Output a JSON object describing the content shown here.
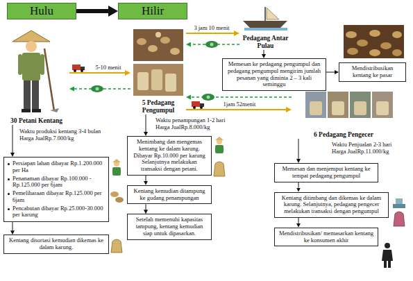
{
  "diagram": {
    "nodes": [
      {
        "text": [
          "Hulu"
        ]
      },
      {
        "text": [
          "Hilir"
        ]
      },
      {
        "text": [
          "30 Petani Kentang"
        ]
      },
      {
        "text": [
          "Persiapan lahan dibayar Rp.1.200.000 per Ha",
          "Penanaman dibayar Rp.100.000 - Rp.125.000 per 6jam",
          "Pemeliharaan dibayar Rp.125.000 per 6jam",
          "Pencabutan dibayar Rp.25.000-30.000 per karung"
        ]
      },
      {
        "text": [
          "Kentang disortasi kemudian dikemas ke dalam karung."
        ]
      },
      {
        "text": [
          "5 Pedagang Pengumpul"
        ]
      },
      {
        "text": [
          "Menimbang dan mengemas kentang ke dalam karung. Dibayar Rp.10.000 per karung Selanjutnya melakukan transaksi dengan petani."
        ]
      },
      {
        "text": [
          "Kentang kemudian ditampung ke gudang penampungan"
        ]
      },
      {
        "text": [
          "Setelah memenuhi kapasitas tampung, kentang kemudian siap untuk dipasarkan."
        ]
      },
      {
        "text": [
          "Pedagang Antar Pulau"
        ]
      },
      {
        "text": [
          "Memesan ke pedagang pengumpul dan pedagang pengumpul mengirim jumlah pesanan yang diminta 2 – 3 kali seminggu"
        ]
      },
      {
        "text": [
          "Mendistribusikan kentang ke pasar"
        ]
      },
      {
        "text": [
          "6 Pedagang Pengecer"
        ]
      },
      {
        "text": [
          "Memesan dan menjemput kentang ke tempat pedagang pengumpul"
        ]
      },
      {
        "text": [
          "Kentang ditimbang dan dikemas ke dalam karung. Selanjutnya, pedagang pengecer melakukan transaksi dengan pengumpul"
        ]
      },
      {
        "text": [
          "Mendistribusikan/ memasarkan kentang ke konsumen akhir"
        ]
      }
    ],
    "edges": [
      {
        "from": 0,
        "to": 1,
        "arrow": "to"
      },
      {
        "from": 2,
        "to": 5,
        "label": "5-10 menit",
        "arrow": "to"
      },
      {
        "from": 5,
        "to": 2,
        "arrow": "to"
      },
      {
        "from": 5,
        "to": 9,
        "label": "3 jam 10 menit",
        "arrow": "to"
      },
      {
        "from": 9,
        "to": 5,
        "arrow": "to"
      },
      {
        "from": 5,
        "to": 12,
        "label": "1jam 52menit",
        "arrow": "to"
      },
      {
        "from": 12,
        "to": 5,
        "arrow": "to"
      },
      {
        "from": 2,
        "to": 3,
        "arrow": "to"
      },
      {
        "from": 3,
        "to": 4,
        "arrow": "to"
      },
      {
        "from": 5,
        "to": 6,
        "arrow": "to"
      },
      {
        "from": 6,
        "to": 7,
        "arrow": "to"
      },
      {
        "from": 7,
        "to": 8,
        "arrow": "to"
      },
      {
        "from": 9,
        "to": 10,
        "arrow": "to"
      },
      {
        "from": 10,
        "to": 11,
        "arrow": "to"
      },
      {
        "from": 12,
        "to": 13,
        "arrow": "to"
      },
      {
        "from": 13,
        "to": 14,
        "arrow": "to"
      },
      {
        "from": 14,
        "to": 15,
        "arrow": "to"
      }
    ],
    "labels": [
      "Waktu produksi kentang 3-4 bulan",
      "Harga JualRp.7.000/kg",
      "Waktu penampungan 1-2 hari",
      "Harga JualRp.8.000/kg",
      "Waktu Penjualan 2-3 hari",
      "Harga JualRp.11.000/kg"
    ]
  }
}
